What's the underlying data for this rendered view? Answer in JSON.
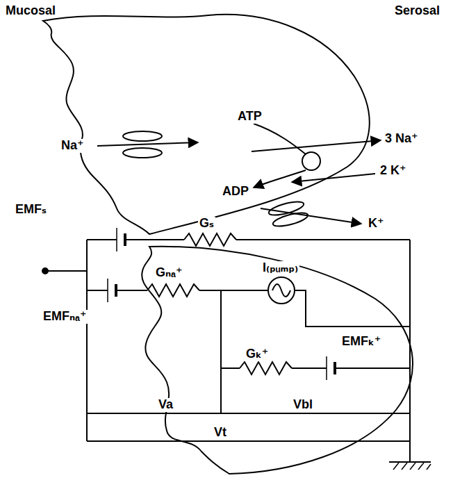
{
  "diagram": {
    "labels": [
      "Mucosal",
      "Serosal",
      "Na⁺",
      "ATP",
      "3 Na⁺",
      "2 K⁺",
      "ADP",
      "K⁺",
      "EMFₛ",
      "Gₛ",
      "Gₙₐ⁺",
      "I₍ₚᵤₘₚ₎",
      "EMFₙₐ⁺",
      "EMFₖ⁺",
      "Gₖ⁺",
      "Va",
      "Vbl",
      "Vt"
    ]
  }
}
